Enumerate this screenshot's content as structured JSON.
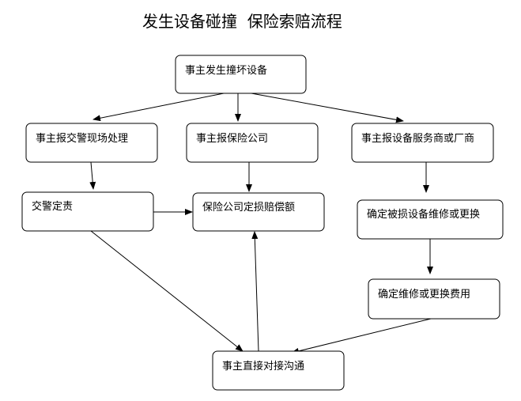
{
  "title": "发生设备碰撞  保险索赔流程",
  "nodes": {
    "owner_damage": "事主发生撞坏设备",
    "owner_report_police": "事主报交警现场处理",
    "owner_report_insurer": "事主报保险公司",
    "owner_report_provider": "事主报设备服务商或厂商",
    "police_liability": "交警定责",
    "insurer_assess": "保险公司定损赔偿额",
    "confirm_repair": "确定被损设备维修或更换",
    "confirm_cost": "确定维修或更换费用",
    "owner_negotiate": "事主直接对接沟通"
  }
}
